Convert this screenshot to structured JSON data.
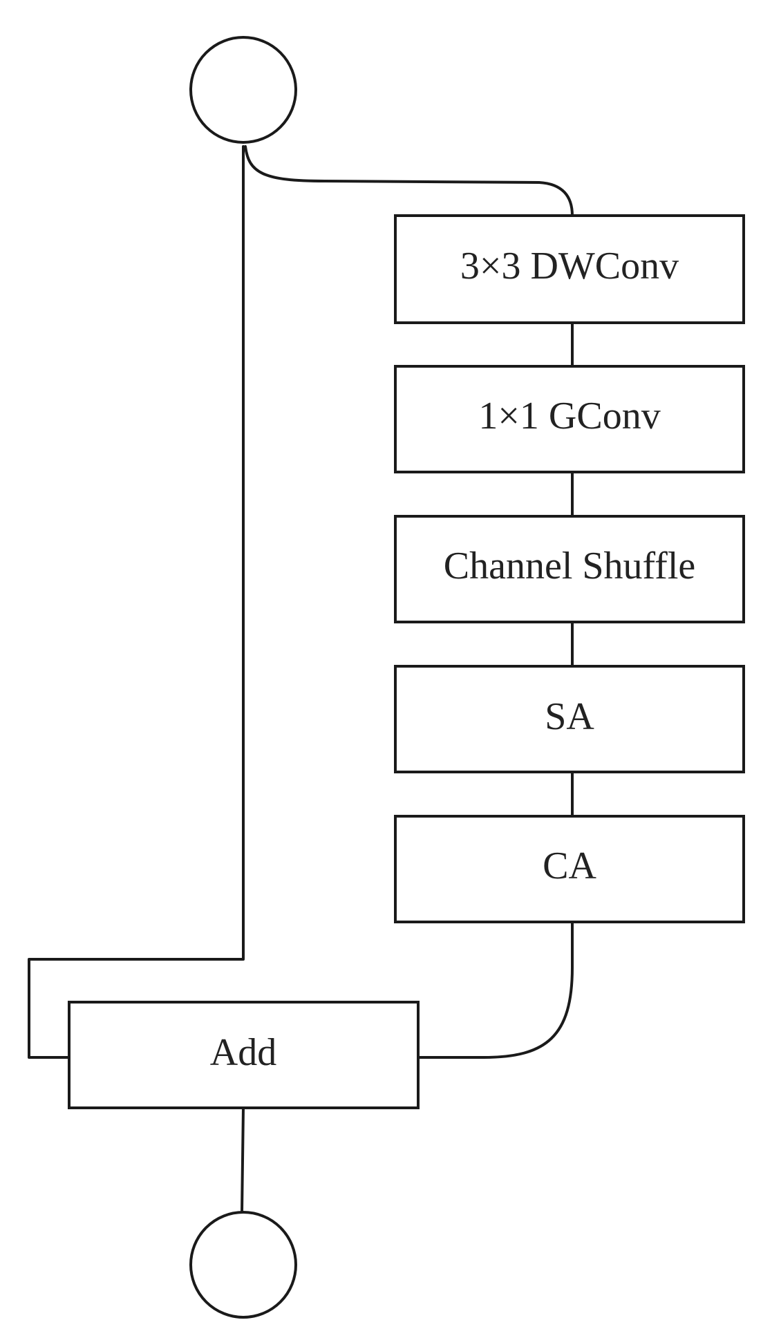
{
  "diagram": {
    "blocks": [
      {
        "id": "dwconv",
        "label": "3×3 DWConv"
      },
      {
        "id": "gconv",
        "label": "1×1 GConv"
      },
      {
        "id": "shuffle",
        "label": "Channel Shuffle"
      },
      {
        "id": "sa",
        "label": "SA"
      },
      {
        "id": "ca",
        "label": "CA"
      }
    ],
    "add_label": "Add",
    "input_node": "",
    "output_node": ""
  }
}
